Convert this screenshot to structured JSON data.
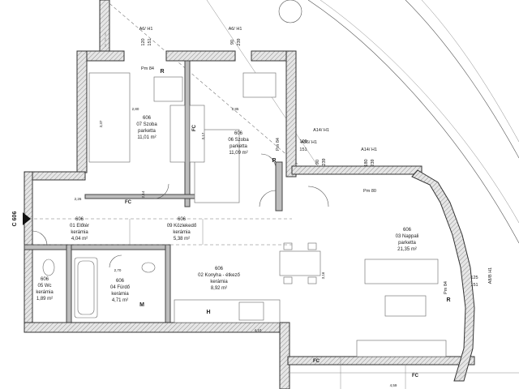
{
  "rooms": [
    {
      "id": "r07",
      "num": "606",
      "name": "07 Szoba",
      "floor": "parketta",
      "area": "11,01 m²"
    },
    {
      "id": "r06",
      "num": "606",
      "name": "06 Szoba",
      "floor": "parketta",
      "area": "11,09 m²"
    },
    {
      "id": "r01",
      "num": "606",
      "name": "01 Előtér",
      "floor": "kerámia",
      "area": "4,04 m²"
    },
    {
      "id": "r09",
      "num": "606",
      "name": "09 Közlekedő",
      "floor": "kerámia",
      "area": "5,38 m²"
    },
    {
      "id": "r02",
      "num": "606",
      "name": "02 Konyha - étkező",
      "floor": "kerámia",
      "area": "8,92 m²"
    },
    {
      "id": "r03",
      "num": "606",
      "name": "03 Nappali",
      "floor": "parketta",
      "area": "21,35 m²"
    },
    {
      "id": "r05",
      "num": "606",
      "name": "05 Wc",
      "floor": "kerámia",
      "area": "1,89 m²"
    },
    {
      "id": "r04",
      "num": "606",
      "name": "04 Fürdő",
      "floor": "kerámia",
      "area": "4,71 m²"
    }
  ],
  "window_tags": {
    "w1": {
      "code": "A6/ H1",
      "dims": [
        "120",
        "151"
      ]
    },
    "w2": {
      "code": "A6/ H1",
      "dims": [
        "90",
        "239"
      ]
    },
    "w3": {
      "code": "A14/ H1",
      "dims": [
        "100",
        "151"
      ]
    },
    "w4": {
      "code": "A36/ H1",
      "dims": [
        "90",
        "239"
      ]
    },
    "w5": {
      "code": "A14/ H1",
      "dims": [
        "180",
        "239"
      ]
    },
    "w6": {
      "code": "A8/B H1",
      "dims": [
        "125",
        "151"
      ]
    }
  },
  "marks": {
    "pm84a": "Pm 84",
    "pm84b": "Pm 84",
    "pm84c": "Pm 84",
    "pm80": "Pm 80",
    "r": "R",
    "fc": "FC",
    "m": "M",
    "h": "H",
    "section": "C 606",
    "d_280a": "2,80",
    "d_285": "2,85",
    "d_337": "3,37",
    "d_317": "3,17",
    "d_226": "2,26",
    "d_270": "2,70",
    "d_410": "4,10",
    "d_459": "4,59",
    "d_214": "2,14",
    "d_316": "3,16"
  }
}
